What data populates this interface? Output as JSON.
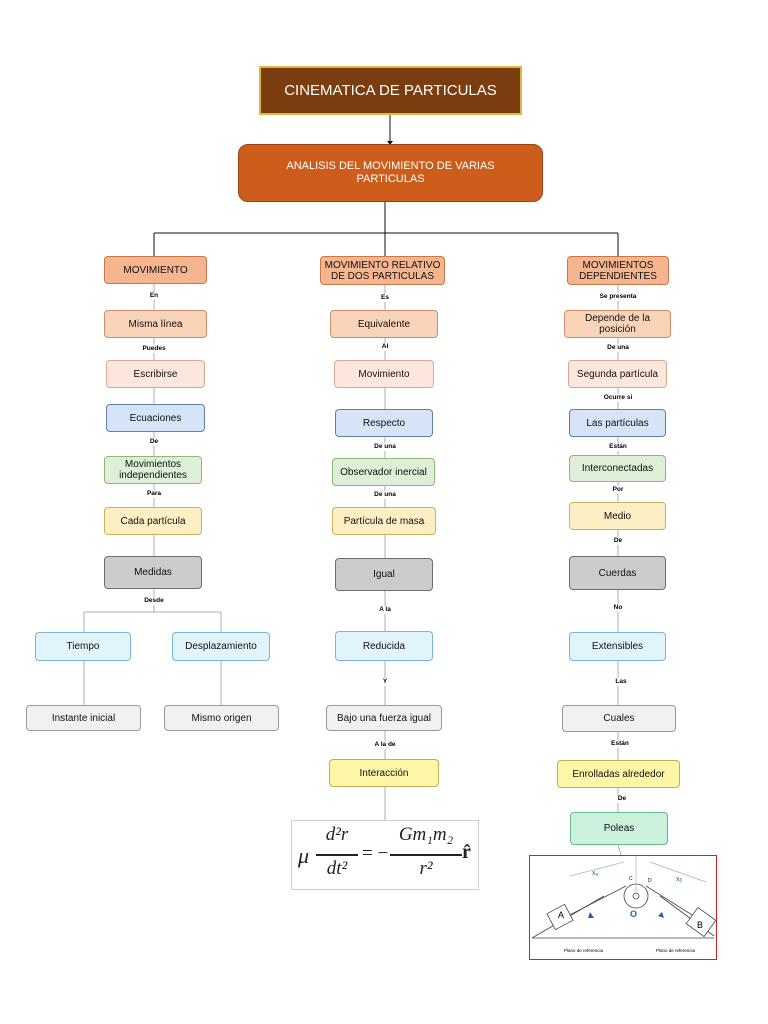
{
  "title": "CINEMATICA DE PARTICULAS",
  "main": "ANALISIS DEL MOVIMIENTO DE VARIAS PARTICULAS",
  "col1": {
    "head": "MOVIMIENTO",
    "n1": "Misma línea",
    "n2": "Escribirse",
    "n3": "Ecuaciones",
    "n4": "Movimientos independientes",
    "n5": "Cada partícula",
    "n6": "Medidas",
    "n7a": "Tiempo",
    "n7b": "Desplazamiento",
    "n8a": "Instante inicial",
    "n8b": "Mismo origen",
    "l1": "En",
    "l2": "Puedes",
    "l3": "De",
    "l4": "Para",
    "l5": "Desde"
  },
  "col2": {
    "head": "MOVIMIENTO RELATIVO DE DOS PARTICULAS",
    "n1": "Equivalente",
    "n2": "Movimiento",
    "n3": "Respecto",
    "n4": "Observador inercial",
    "n5": "Partícula de masa",
    "n6": "Igual",
    "n7": "Reducida",
    "n8": "Bajo una fuerza igual",
    "n9": "Interacción",
    "l1": "Es",
    "l2": "Al",
    "l3": "De una",
    "l4": "De una",
    "l5": "A la",
    "l6": "Y",
    "l7": "A la de"
  },
  "col3": {
    "head": "MOVIMIENTOS DEPENDIENTES",
    "n1": "Depende de la posición",
    "n2": "Segunda partícula",
    "n3": "Las partículas",
    "n4": "Interconectadas",
    "n5": "Medio",
    "n6": "Cuerdas",
    "n7": "Extensibles",
    "n8": "Cuales",
    "n9": "Enrolladas alrededor",
    "n10": "Poleas",
    "l1": "Se presenta",
    "l2": "De una",
    "l3": "Ocurre si",
    "l4": "Están",
    "l5": "Por",
    "l6": "De",
    "l7": "No",
    "l8": "Las",
    "l9": "Están",
    "l10": "De"
  },
  "formula": {
    "mu": "μ",
    "num": "d²r",
    "den": "dt²",
    "eq": "= −",
    "num2": "Gm₁m₂",
    "den2": "r²",
    "rhat": "r̂"
  },
  "pulley": {
    "label_a": "A",
    "label_b": "B",
    "label_o": "O",
    "label_c": "C",
    "label_d": "D",
    "label_xa": "xₐ",
    "label_xb": "xᵦ",
    "ref_left": "Plano de referencia",
    "ref_right": "Plano de referencia"
  }
}
